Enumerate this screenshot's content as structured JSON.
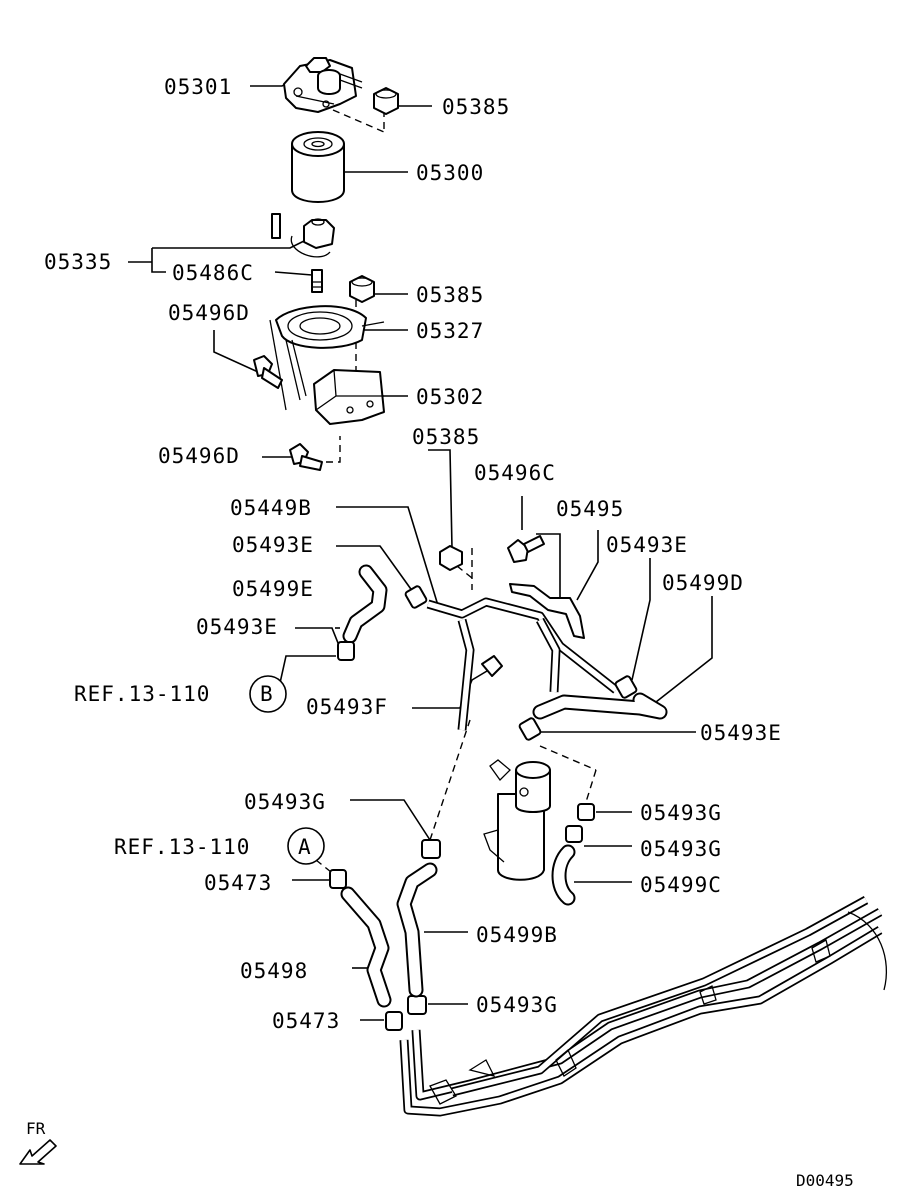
{
  "labels": {
    "p05301": "05301",
    "p05385a": "05385",
    "p05300": "05300",
    "p05335": "05335",
    "p05486c": "05486C",
    "p05385b": "05385",
    "p05496d_a": "05496D",
    "p05327": "05327",
    "p05302": "05302",
    "p05496d_b": "05496D",
    "p05385c": "05385",
    "p05496c": "05496C",
    "p05449b": "05449B",
    "p05495": "05495",
    "p05493e_a": "05493E",
    "p05493e_b": "05493E",
    "p05499e": "05499E",
    "p05499d": "05499D",
    "p05493e_c": "05493E",
    "ref_b": "REF.13-110",
    "p05493f": "05493F",
    "p05493e_d": "05493E",
    "p05493g_a": "05493G",
    "p05493g_b": "05493G",
    "ref_a": "REF.13-110",
    "p05493g_c": "05493G",
    "p05473_a": "05473",
    "p05499c": "05499C",
    "p05499b": "05499B",
    "p05498": "05498",
    "p05493g_d": "05493G",
    "p05473_b": "05473"
  },
  "refs": {
    "a": "A",
    "b": "B"
  },
  "front_marker": "FR",
  "diagram_code": "D00495"
}
